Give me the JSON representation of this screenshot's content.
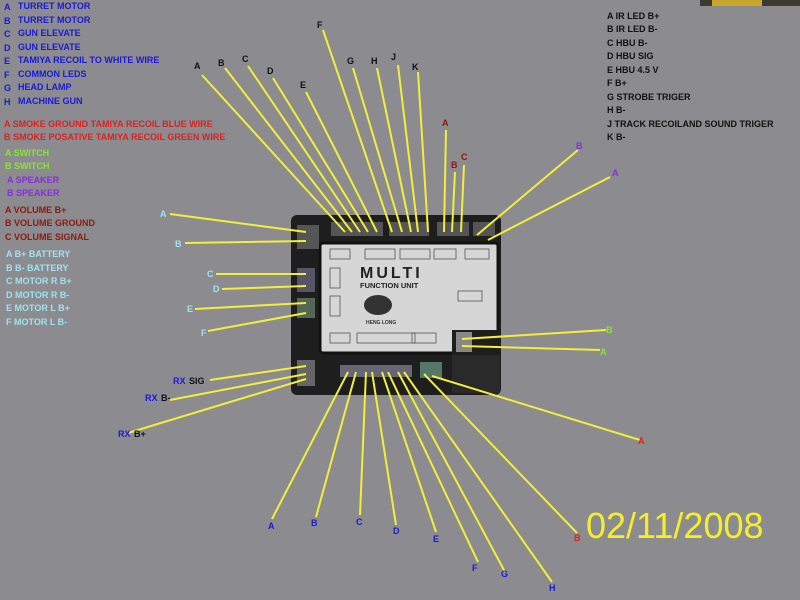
{
  "legend_left": {
    "blue": [
      {
        "letter": "A",
        "text": "TURRET MOTOR"
      },
      {
        "letter": "B",
        "text": "TURRET MOTOR"
      },
      {
        "letter": "C",
        "text": "GUN ELEVATE"
      },
      {
        "letter": "D",
        "text": "GUN ELEVATE"
      },
      {
        "letter": "E",
        "text": "TAMIYA RECOIL TO WHITE WIRE"
      },
      {
        "letter": "F",
        "text": "COMMON LEDS"
      },
      {
        "letter": "G",
        "text": "HEAD LAMP"
      },
      {
        "letter": "H",
        "text": "MACHINE GUN"
      }
    ],
    "red": [
      "A SMOKE  GROUND TAMIYA RECOIL BLUE WIRE",
      "B SMOKE POSATIVE TAMIYA RECOIL GREEN WIRE"
    ],
    "green": [
      "A SWITCH",
      "B SWITCH"
    ],
    "purple": [
      "A SPEAKER",
      "B SPEAKER"
    ],
    "brown": [
      "A VOLUME B+",
      "B VOLUME GROUND",
      "C VOLUME SIGNAL"
    ],
    "cyan": [
      "A B+ BATTERY",
      "B B- BATTERY",
      "C MOTOR R B+",
      "D MOTOR R B-",
      "E MOTOR L  B+",
      "F MOTOR L  B-"
    ]
  },
  "legend_right": [
    "A IR LED B+",
    "B IR LED B-",
    "C HBU B-",
    "D HBU SIG",
    "E HBU 4.5 V",
    "F B+",
    "G STROBE TRIGER",
    "H B-",
    "J TRACK RECOILAND SOUND TRIGER",
    "K B-"
  ],
  "board": {
    "title": "MULTI",
    "subtitle": "FUNCTION UNIT",
    "brand": "HENG LONG"
  },
  "rx": {
    "prefix": "RX",
    "sig": "SIG",
    "bminus": "B-",
    "bplus": "B+"
  },
  "date": "02/11/2008",
  "colors": {
    "wire": "#f2ef3a",
    "background": "#8c8b90"
  }
}
